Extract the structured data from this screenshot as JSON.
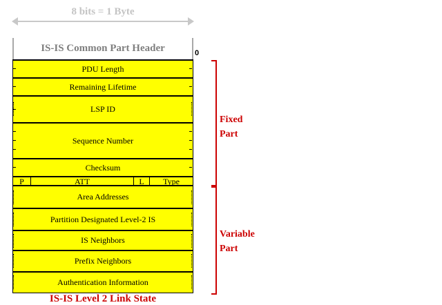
{
  "ruler": {
    "label": "8 bits = 1 Byte"
  },
  "header": {
    "title": "IS-IS Common Part Header",
    "offset": "0"
  },
  "fields": {
    "pdu_length": "PDU Length",
    "remaining_lifetime": "Remaining Lifetime",
    "lsp_id": "LSP ID",
    "sequence_number": "Sequence Number",
    "checksum": "Checksum",
    "flags": {
      "p": "P",
      "att": "ATT",
      "l": "L",
      "type": "Type"
    },
    "area_addresses": "Area Addresses",
    "partition_dis": "Partition Designated Level-2 IS",
    "is_neighbors": "IS Neighbors",
    "prefix_neighbors": "Prefix Neighbors",
    "authentication": "Authentication Information"
  },
  "brackets": {
    "fixed": {
      "line1": "Fixed",
      "line2": "Part"
    },
    "variable": {
      "line1": "Variable",
      "line2": "Part"
    }
  },
  "footer": {
    "caption": "IS-IS Level 2 Link State"
  },
  "colors": {
    "field_fill": "#ffff00",
    "accent": "#cc0000",
    "muted": "#c8c8c8"
  }
}
